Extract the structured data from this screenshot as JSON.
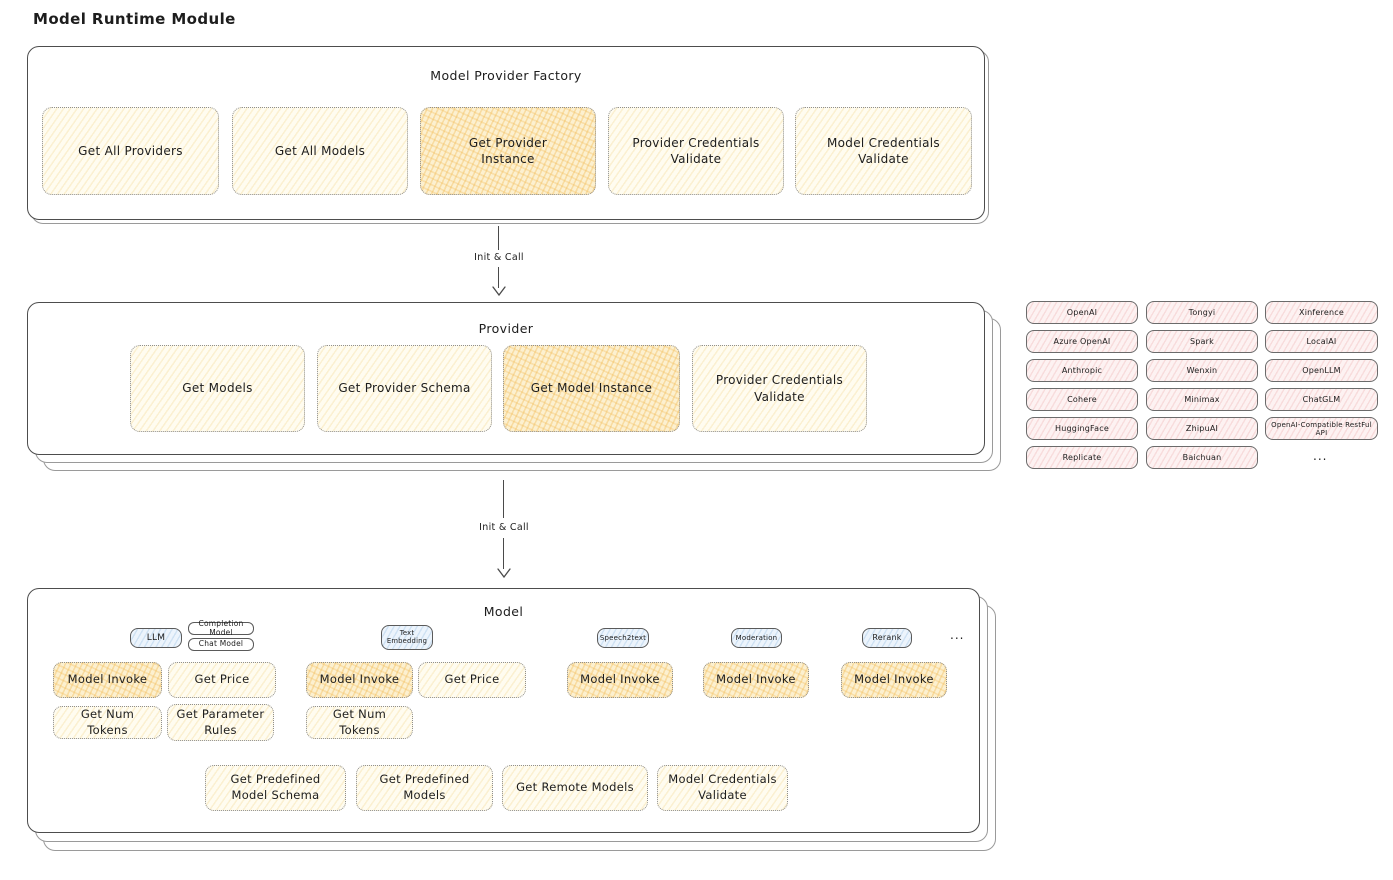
{
  "page_title": "Model Runtime Module",
  "colors": {
    "cream_fill": "#fdf8e6",
    "highlight_fill": "#f7dfa4",
    "tag_fill": "#ecf4fc",
    "vendor_fill": "#fdf2f2",
    "stroke": "#4d4d4d"
  },
  "factory": {
    "title": "Model Provider Factory",
    "buttons": [
      {
        "label": "Get All Providers",
        "highlighted": false
      },
      {
        "label": "Get All Models",
        "highlighted": false
      },
      {
        "label": "Get Provider Instance",
        "highlighted": true
      },
      {
        "label": "Provider Credentials Validate",
        "highlighted": false
      },
      {
        "label": "Model Credentials Validate",
        "highlighted": false
      }
    ]
  },
  "arrow1": {
    "label": "Init & Call"
  },
  "arrow2": {
    "label": "Init & Call"
  },
  "provider": {
    "title": "Provider",
    "buttons": [
      {
        "label": "Get Models",
        "highlighted": false
      },
      {
        "label": "Get Provider Schema",
        "highlighted": false
      },
      {
        "label": "Get Model Instance",
        "highlighted": true
      },
      {
        "label": "Provider Credentials Validate",
        "highlighted": false
      }
    ]
  },
  "vendors": {
    "rows": [
      [
        "OpenAI",
        "Tongyi",
        "Xinference"
      ],
      [
        "Azure OpenAI",
        "Spark",
        "LocalAI"
      ],
      [
        "Anthropic",
        "Wenxin",
        "OpenLLM"
      ],
      [
        "Cohere",
        "Minimax",
        "ChatGLM"
      ],
      [
        "HuggingFace",
        "ZhipuAI",
        "OpenAI-Compatible RestFul API"
      ],
      [
        "Replicate",
        "Baichuan"
      ]
    ],
    "more": "..."
  },
  "model": {
    "title": "Model",
    "tags": {
      "llm": "LLM",
      "completion": "Completion Model",
      "chat": "Chat Model",
      "text_embedding": "Text Embedding",
      "speech2text": "Speech2text",
      "moderation": "Moderation",
      "rerank": "Rerank",
      "more": "..."
    },
    "llm": {
      "invoke": "Model Invoke",
      "price": "Get Price",
      "tokens": "Get Num Tokens",
      "rules": "Get Parameter Rules"
    },
    "text_embedding": {
      "invoke": "Model Invoke",
      "price": "Get Price",
      "tokens": "Get Num Tokens"
    },
    "speech2text": {
      "invoke": "Model Invoke"
    },
    "moderation": {
      "invoke": "Model Invoke"
    },
    "rerank": {
      "invoke": "Model Invoke"
    },
    "common": {
      "predefined_schema": "Get Predefined Model Schema",
      "predefined_models": "Get Predefined Models",
      "remote_models": "Get Remote Models",
      "credentials_validate": "Model Credentials Validate"
    }
  }
}
